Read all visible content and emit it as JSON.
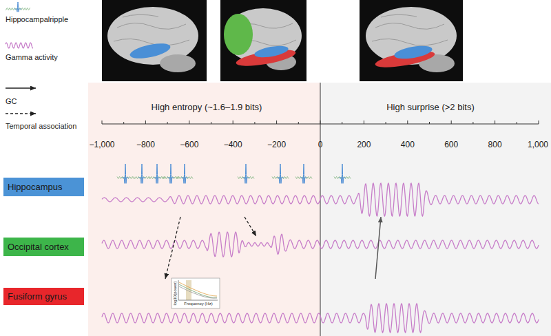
{
  "diagram": {
    "nodes": [
      {
        "text": [
          "Hippocampus"
        ]
      },
      {
        "text": [
          "Occipital cortex"
        ]
      },
      {
        "text": [
          "Fusiform gyrus"
        ]
      }
    ],
    "edges": [
      {
        "from": 0,
        "to": 2,
        "arrow": "to"
      },
      {
        "from": 0,
        "to": 1,
        "arrow": "to"
      },
      {
        "from": 2,
        "to": 0,
        "arrow": "to"
      }
    ],
    "labels": [
      "High entropy (~1.6–1.9 bits)",
      "High surprise (>2 bits)",
      "−1,000",
      "−800",
      "−600",
      "−400",
      "−200",
      "0",
      "200",
      "400",
      "600",
      "800",
      "1,000",
      "log10(power)",
      "Frequency (Hz)"
    ],
    "legend": [
      {
        "text": "Hippocampalripple"
      },
      {
        "text": "Gamma activity"
      },
      {
        "text": "GC"
      },
      {
        "text": "Temporal association"
      }
    ]
  }
}
